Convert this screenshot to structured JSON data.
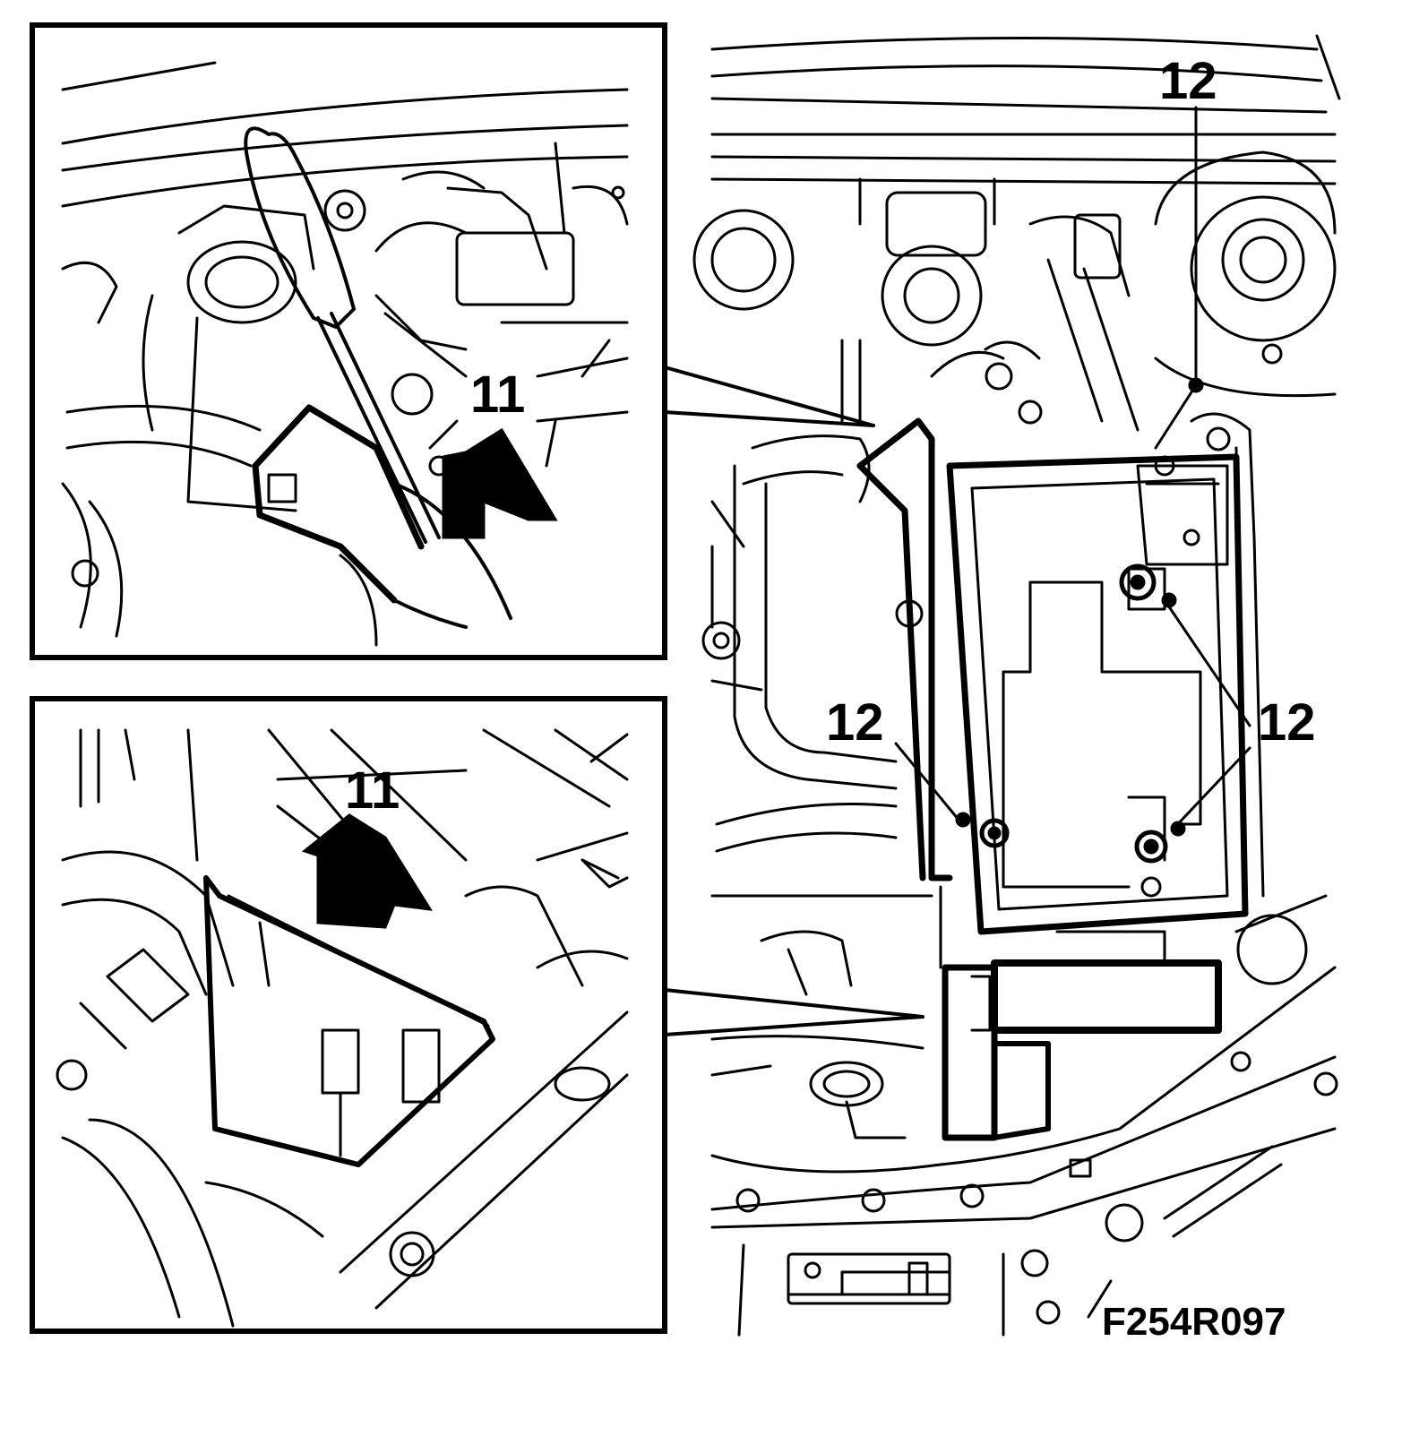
{
  "figure": {
    "id_label": "F254R097",
    "colors": {
      "ink": "#000000",
      "paper": "#ffffff"
    }
  },
  "callouts": {
    "top_inset_step": "11",
    "bottom_inset_step": "11",
    "main_top_screw": "12",
    "main_left_screw": "12",
    "main_right_screw": "12"
  }
}
